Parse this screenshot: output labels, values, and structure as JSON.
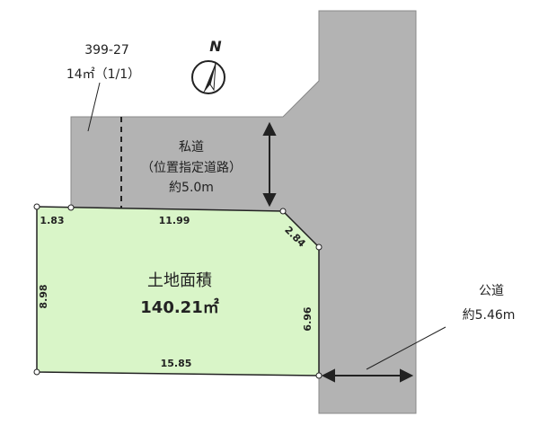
{
  "parcel_399_27": {
    "id": "399-27",
    "area": "14㎡（1/1）"
  },
  "compass": {
    "label": "N"
  },
  "private_road": {
    "line1": "私道",
    "line2": "（位置指定道路）",
    "line3": "約5.0m"
  },
  "public_road": {
    "line1": "公道",
    "line2": "約5.46m"
  },
  "land": {
    "title": "土地面積",
    "area": "140.21㎡"
  },
  "dimensions": {
    "top_left": "1.83",
    "top": "11.99",
    "chamfer": "2.84",
    "left": "8.98",
    "right": "6.96",
    "bottom": "15.85"
  },
  "colors": {
    "road_gray": "#b3b3b3",
    "land_green": "#d9f5c8",
    "outline": "#222222"
  }
}
